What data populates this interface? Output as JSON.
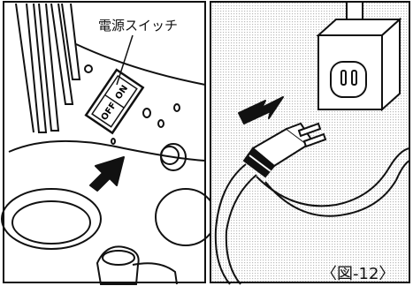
{
  "labels": {
    "power_switch": "電源スイッチ",
    "figure": "〈図-12〉",
    "switch_on": "ON",
    "switch_off": "OFF"
  },
  "colors": {
    "ink": "#111111",
    "screen_tone": "#dcdcdc",
    "paper": "#ffffff"
  }
}
